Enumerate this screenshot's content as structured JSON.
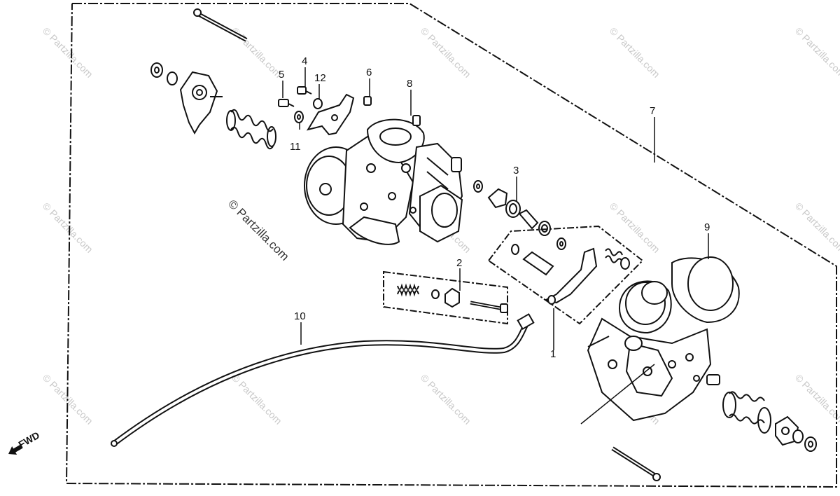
{
  "watermark": {
    "text": "© Partzilla.com",
    "center_text": "© Partzilla.com"
  },
  "direction_marker": {
    "label": "FWD",
    "icon": "arrow-down-left-icon"
  },
  "callouts": [
    {
      "id": "1",
      "label": "1"
    },
    {
      "id": "2",
      "label": "2"
    },
    {
      "id": "3",
      "label": "3"
    },
    {
      "id": "4",
      "label": "4"
    },
    {
      "id": "5",
      "label": "5"
    },
    {
      "id": "6",
      "label": "6"
    },
    {
      "id": "7",
      "label": "7"
    },
    {
      "id": "8",
      "label": "8"
    },
    {
      "id": "9",
      "label": "9"
    },
    {
      "id": "10",
      "label": "10"
    },
    {
      "id": "11",
      "label": "11"
    },
    {
      "id": "12",
      "label": "12"
    }
  ]
}
